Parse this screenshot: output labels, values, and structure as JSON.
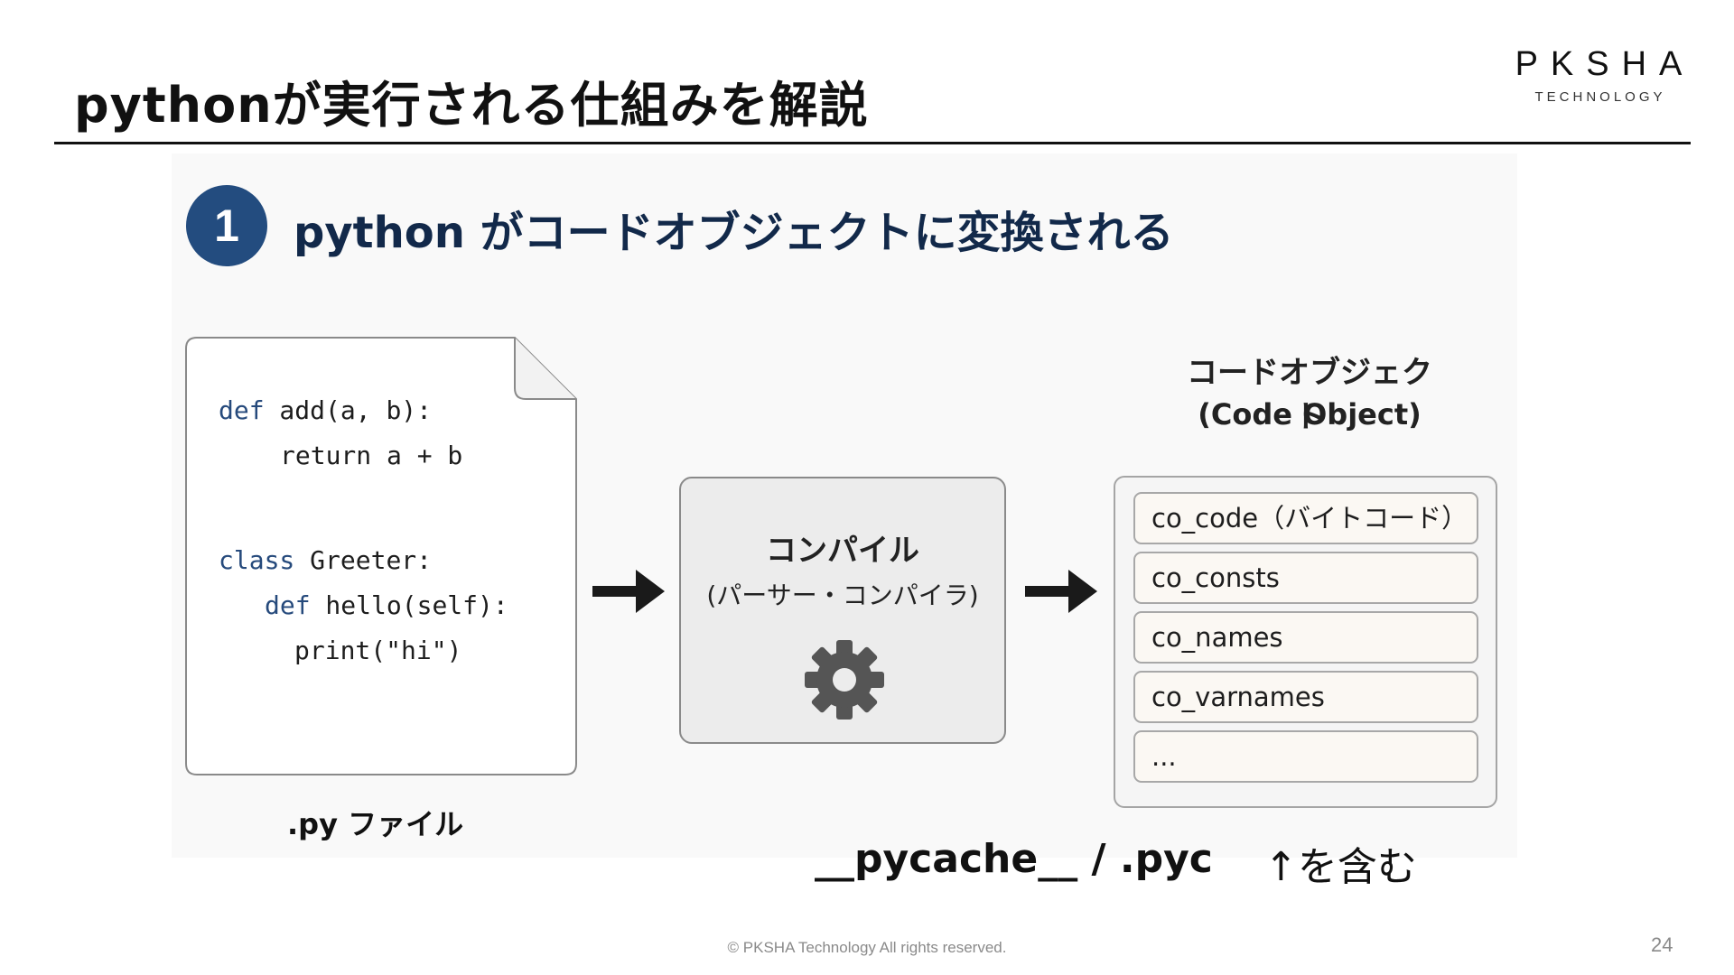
{
  "header": {
    "title": "pythonが実行される仕組みを解説",
    "logo_main": "PKSHA",
    "logo_sub": "TECHNOLOGY"
  },
  "diagram": {
    "step_number": "1",
    "step_title": "python がコードオブジェクトに変換される",
    "source_code": [
      {
        "kw": "def",
        "rest": " add(a, b):"
      },
      {
        "kw": "",
        "rest": "return a + b"
      },
      {
        "kw": "class",
        "rest": " Greeter:"
      },
      {
        "kw": "def",
        "rest": " hello(self):"
      },
      {
        "kw": "",
        "rest": "print(\"hi\")"
      }
    ],
    "source_label": ".py ファイル",
    "compiler_title": "コンパイル",
    "compiler_subtitle": "(パーサー・コンパイラ)",
    "code_object_title": "コードオブジェクト",
    "code_object_subtitle": "(Code Object)",
    "code_object_fields": [
      "co_code（バイトコード）",
      "co_consts",
      "co_names",
      "co_varnames",
      "..."
    ],
    "icons": [
      "document-icon",
      "arrow-right-icon",
      "gear-icon"
    ]
  },
  "annotations": {
    "pycache": "__pycache__ / .pyc",
    "contains_note": "↑を含む"
  },
  "footer": {
    "copyright": "© PKSHA Technology All rights reserved.",
    "page_number": "24"
  },
  "colors": {
    "badge": "#234c7f",
    "keyword": "#264a7c",
    "step_title": "#12294a",
    "compiler_bg": "#ececec",
    "field_bg": "#fbf8f3"
  }
}
